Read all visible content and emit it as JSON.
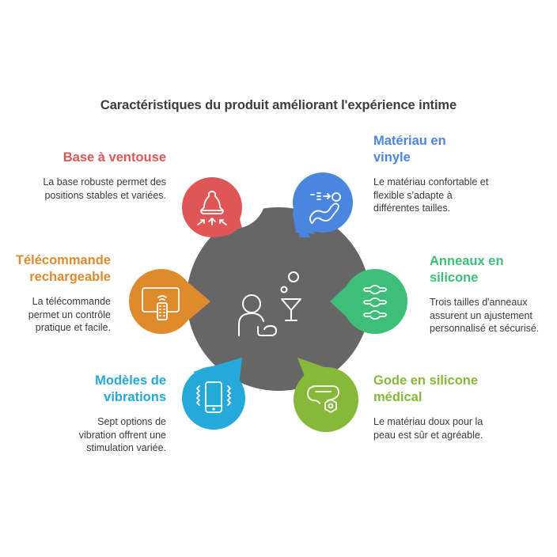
{
  "title": "Caractéristiques du produit améliorant l'expérience intime",
  "center": {
    "icon": "person-with-cocktail-icon",
    "color": "#666666"
  },
  "features": [
    {
      "id": "base-ventouse",
      "side": "left",
      "title": "Base à ventouse",
      "description": "La base robuste permet des positions stables et variées.",
      "color": "#e05555",
      "icon": "suction-cup-icon"
    },
    {
      "id": "materiau-vinyle",
      "side": "right",
      "title": "Matériau en vinyle",
      "description": "Le matériau confortable et flexible s'adapte à différentes tailles.",
      "color": "#4a86e0",
      "icon": "flexible-material-icon"
    },
    {
      "id": "telecommande",
      "side": "left",
      "title": "Télécommande rechargeable",
      "description": "La télécommande permet un contrôle pratique et facile.",
      "color": "#e08a2e",
      "icon": "remote-control-icon"
    },
    {
      "id": "anneaux-silicone",
      "side": "right",
      "title": "Anneaux en silicone",
      "description": "Trois tailles d'anneaux assurent un ajustement personnalisé et sécurisé.",
      "color": "#3dbf7a",
      "icon": "silicone-rings-icon"
    },
    {
      "id": "modeles-vibrations",
      "side": "left",
      "title": "Modèles de vibrations",
      "description": "Sept options de vibration offrent une stimulation variée.",
      "color": "#25a8da",
      "icon": "vibrating-phone-icon"
    },
    {
      "id": "gode-silicone",
      "side": "right",
      "title": "Gode en silicone médical",
      "description": "Le matériau doux pour la peau est sûr et agréable.",
      "color": "#88b83a",
      "icon": "medical-silicone-icon"
    }
  ]
}
